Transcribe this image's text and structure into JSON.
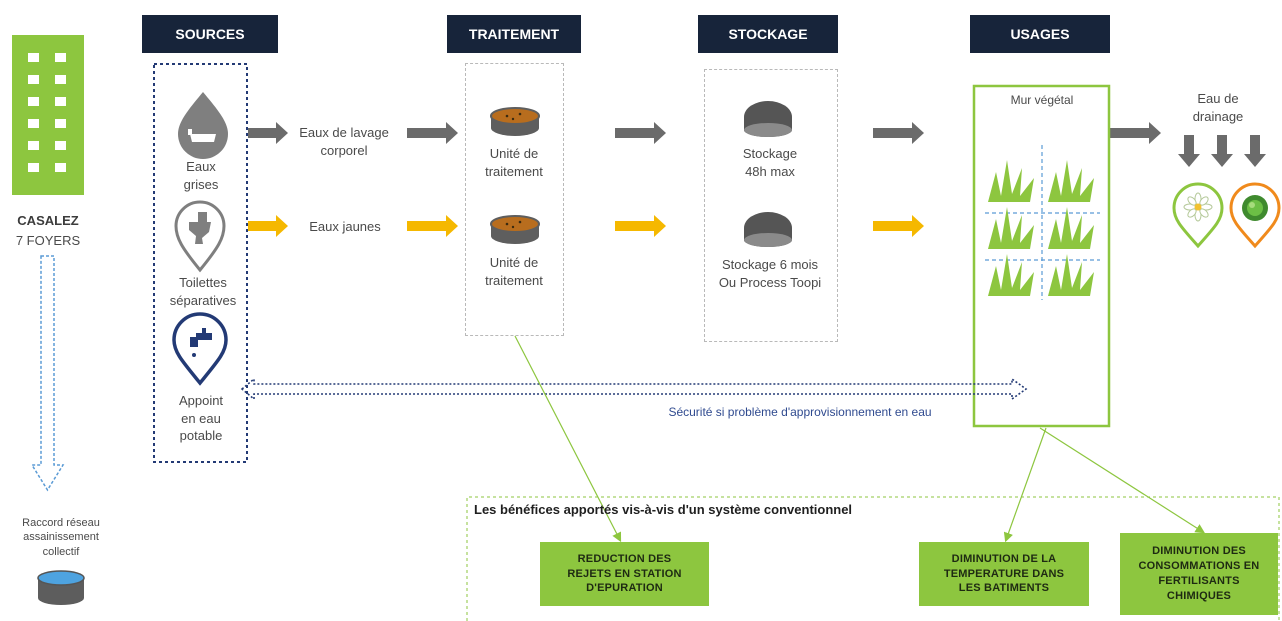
{
  "headers": {
    "sources": "SOURCES",
    "traitement": "TRAITEMENT",
    "stockage": "STOCKAGE",
    "usages": "USAGES"
  },
  "building": {
    "name": "CASALEZ",
    "households": "7 FOYERS"
  },
  "raccord": {
    "line1": "Raccord réseau",
    "line2": "assainissement",
    "line3": "collectif"
  },
  "sources": {
    "grey_water": [
      "Eaux",
      "grises"
    ],
    "toilets": [
      "Toilettes",
      "séparatives"
    ],
    "potable": [
      "Appoint",
      "en eau",
      "potable"
    ]
  },
  "flows": {
    "washing": [
      "Eaux de lavage",
      "corporel"
    ],
    "yellow": "Eaux jaunes"
  },
  "treatment": {
    "unit1": [
      "Unité de",
      "traitement"
    ],
    "unit2": [
      "Unité de",
      "traitement"
    ]
  },
  "storage": {
    "s1": [
      "Stockage",
      "48h max"
    ],
    "s2": [
      "Stockage 6 mois",
      "Ou Process Toopi"
    ]
  },
  "usages": {
    "green_wall": "Mur végétal",
    "drainage": [
      "Eau de",
      "drainage"
    ]
  },
  "security_note": "Sécurité si problème d'approvisionnement en eau",
  "benefits": {
    "title": "Les bénéfices apportés vis-à-vis d'un système conventionnel",
    "b1": [
      "REDUCTION DES",
      "REJETS EN STATION",
      "D'EPURATION"
    ],
    "b2": [
      "DIMINUTION DE LA",
      "TEMPERATURE DANS",
      "LES BATIMENTS"
    ],
    "b3": [
      "DIMINUTION DES",
      "CONSOMMATIONS EN",
      "FERTILISANTS",
      "CHIMIQUES"
    ]
  },
  "colors": {
    "header_bg": "#17243a",
    "gray_arrow": "#6b6b6b",
    "yellow_arrow": "#f5b800",
    "green": "#8dc63f",
    "navy": "#233a75",
    "orange": "#f08a1c"
  }
}
